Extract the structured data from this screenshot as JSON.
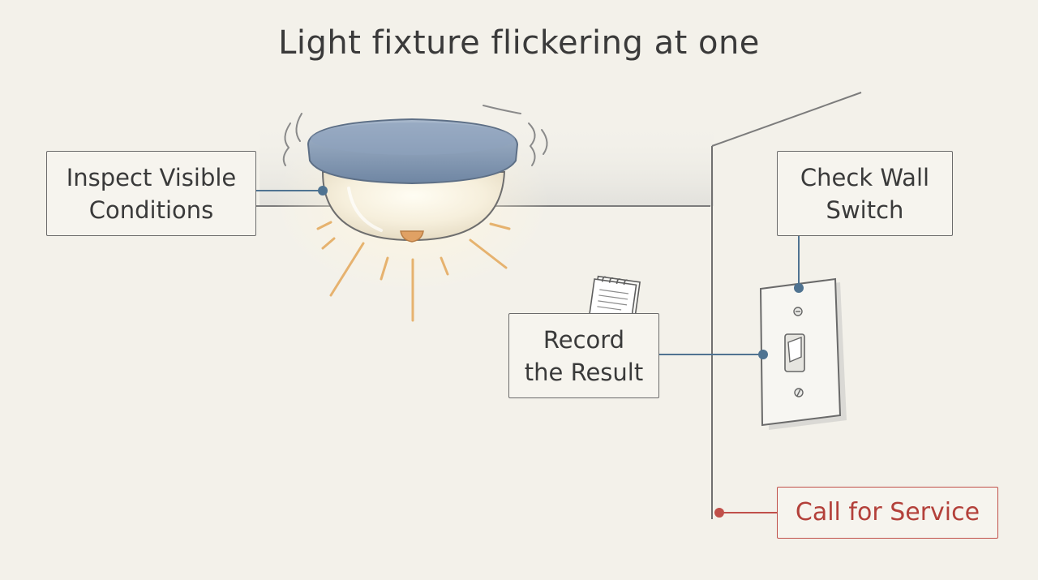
{
  "diagram": {
    "title": "Light fixture flickering at one",
    "steps": {
      "inspect": "Inspect Visible\nConditions",
      "switch": "Check Wall\nSwitch",
      "record": "Record\nthe Result",
      "service": "Call for Service"
    },
    "colors": {
      "background": "#f3f1ea",
      "line": "#4f7391",
      "text": "#3a3a3a",
      "alert": "#c0504a",
      "glow": "#e4a85a"
    },
    "icons": [
      "ceiling-light-icon",
      "notepad-icon",
      "wall-switch-icon"
    ]
  }
}
